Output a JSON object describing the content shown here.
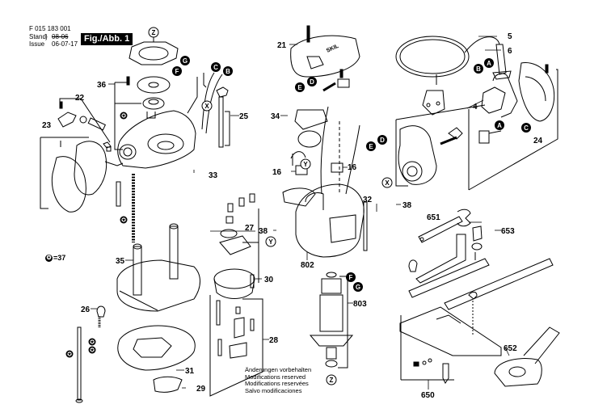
{
  "header": {
    "doc_number": "F 015 183 001",
    "stand_label": "Stand",
    "stand_value": "08-06",
    "issue_label": "Issue",
    "issue_value": "06-07-17",
    "figure_label": "Fig./Abb. 1"
  },
  "legend": {
    "star_meaning": "=37"
  },
  "disclaimer": [
    "Änderungen vorbehalten",
    "Modifications reserved",
    "Modifications reservées",
    "Salvo modificaciones"
  ],
  "part_labels": [
    {
      "id": "21",
      "text": "21"
    },
    {
      "id": "5",
      "text": "5"
    },
    {
      "id": "6",
      "text": "6"
    },
    {
      "id": "36",
      "text": "36"
    },
    {
      "id": "22",
      "text": "22"
    },
    {
      "id": "23",
      "text": "23"
    },
    {
      "id": "25",
      "text": "25"
    },
    {
      "id": "34",
      "text": "34"
    },
    {
      "id": "4",
      "text": "4"
    },
    {
      "id": "24",
      "text": "24"
    },
    {
      "id": "33",
      "text": "33"
    },
    {
      "id": "16a",
      "text": "16"
    },
    {
      "id": "16b",
      "text": "16"
    },
    {
      "id": "32",
      "text": "32"
    },
    {
      "id": "38a",
      "text": "38"
    },
    {
      "id": "38b",
      "text": "38"
    },
    {
      "id": "27",
      "text": "27"
    },
    {
      "id": "651",
      "text": "651"
    },
    {
      "id": "653",
      "text": "653"
    },
    {
      "id": "35",
      "text": "35"
    },
    {
      "id": "802",
      "text": "802"
    },
    {
      "id": "30",
      "text": "30"
    },
    {
      "id": "803",
      "text": "803"
    },
    {
      "id": "26",
      "text": "26"
    },
    {
      "id": "28",
      "text": "28"
    },
    {
      "id": "652",
      "text": "652"
    },
    {
      "id": "31",
      "text": "31"
    },
    {
      "id": "29",
      "text": "29"
    },
    {
      "id": "650",
      "text": "650"
    }
  ],
  "connector_markers": {
    "filled": [
      "A",
      "A",
      "B",
      "B",
      "C",
      "C",
      "D",
      "D",
      "E",
      "E",
      "F",
      "F",
      "G",
      "G"
    ],
    "outline": [
      "Z",
      "Z",
      "X",
      "X",
      "Y",
      "Y",
      "Y"
    ]
  }
}
